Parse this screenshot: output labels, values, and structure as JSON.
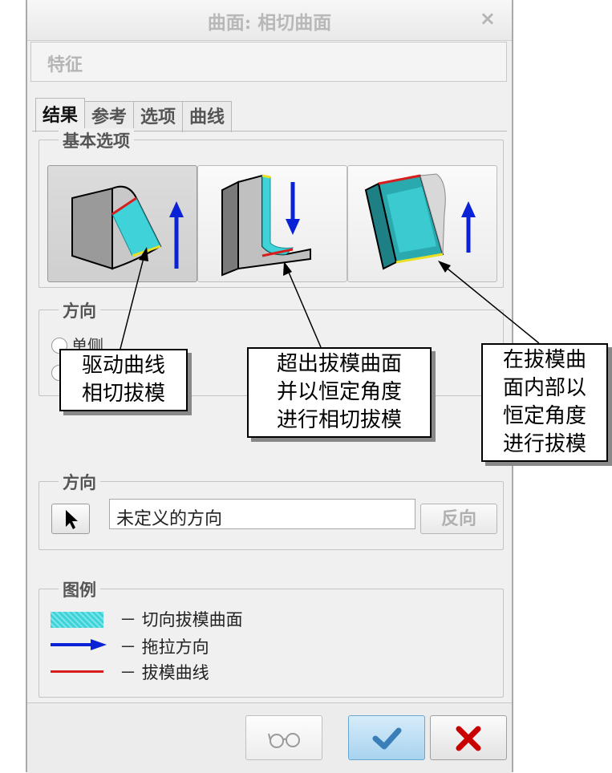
{
  "dialog": {
    "title": "曲面: 相切曲面",
    "close_symbol": "×",
    "feature_label": "特征"
  },
  "tabs": [
    {
      "label": "结果",
      "active": true
    },
    {
      "label": "参考",
      "active": false
    },
    {
      "label": "选项",
      "active": false
    },
    {
      "label": "曲线",
      "active": false
    }
  ],
  "basic_options": {
    "label": "基本选项",
    "buttons": [
      {
        "icon": "drive-curve-tangent-draft-icon",
        "selected": true
      },
      {
        "icon": "draft-beyond-surface-constant-angle-icon",
        "selected": false
      },
      {
        "icon": "draft-inside-surface-constant-angle-icon",
        "selected": false
      }
    ]
  },
  "direction_group": {
    "label": "方向",
    "options": [
      "单侧",
      ""
    ]
  },
  "callouts": {
    "c1": [
      "驱动曲线",
      "相切拔模"
    ],
    "c2": [
      "超出拔模曲面",
      "并以恒定角度",
      "进行相切拔模"
    ],
    "c3": [
      "在拔模曲",
      "面内部以",
      "恒定角度",
      "进行拔模"
    ]
  },
  "direction_field": {
    "label": "方向",
    "value": "未定义的方向",
    "reverse_label": "反向",
    "picker_icon": "arrow-cursor-icon"
  },
  "legend": {
    "label": "图例",
    "items": [
      {
        "swatch": "cyan-hatch",
        "text": "－ 切向拔模曲面"
      },
      {
        "swatch": "blue-arrow",
        "text": "－ 拖拉方向"
      },
      {
        "swatch": "red-line",
        "text": "－ 拔模曲线"
      }
    ]
  },
  "colors": {
    "surface": "#3fd2d8",
    "pull": "#0a22d6",
    "curve": "#d81d1d",
    "ok": "#3a8fd0",
    "cancel": "#c80000"
  },
  "footer": {
    "preview_icon": "glasses-icon",
    "ok_icon": "checkmark-icon",
    "cancel_icon": "red-x-icon"
  }
}
